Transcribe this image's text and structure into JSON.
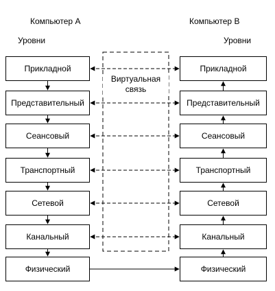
{
  "computer_a": {
    "title": "Компьютер A",
    "levels_label": "Уровни"
  },
  "computer_b": {
    "title": "Компьютер B",
    "levels_label": "Уровни"
  },
  "virtual_link": {
    "line1": "Виртуальная",
    "line2": "связь"
  },
  "layers": [
    "Прикладной",
    "Представительный",
    "Сеансовый",
    "Транспортный",
    "Сетевой",
    "Канальный",
    "Физический"
  ]
}
